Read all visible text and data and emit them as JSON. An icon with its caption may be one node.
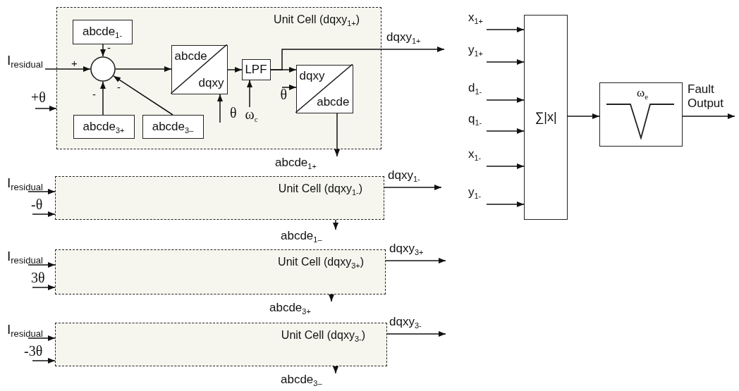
{
  "diagram": {
    "nodes": [
      {
        "text": [
          "Unit Cell (dqxy$_{1+}$)"
        ]
      },
      {
        "text": [
          "abcde$_{1-}$"
        ],
        "in": 0
      },
      {
        "text": [],
        "shape": "circle",
        "in": 0
      },
      {
        "text": [
          "abcde$_{3+}$"
        ],
        "in": 0
      },
      {
        "text": [
          "abcde$_{3–}$"
        ],
        "in": 0
      },
      {
        "text": [
          "abcde",
          "dqxy"
        ],
        "in": 0
      },
      {
        "text": [
          "LPF"
        ],
        "in": 0
      },
      {
        "text": [
          "dqxy",
          "abcde"
        ],
        "in": 0
      },
      {
        "text": [
          "I$_{residual}$"
        ]
      },
      {
        "text": [
          "+θ"
        ]
      },
      {
        "text": [
          "θ"
        ],
        "in": 0
      },
      {
        "text": [
          "ω$_{c}$"
        ],
        "in": 0
      },
      {
        "text": [
          "θ"
        ],
        "in": 0
      },
      {
        "text": [
          "dqxy$_{1+}$"
        ]
      },
      {
        "text": [
          "abcde$_{1+}$"
        ]
      },
      {
        "text": [
          "Unit Cell (dqxy$_{1-}$)"
        ]
      },
      {
        "text": [
          "I$_{residual}$"
        ]
      },
      {
        "text": [
          "-θ"
        ]
      },
      {
        "text": [
          "dqxy$_{1-}$"
        ]
      },
      {
        "text": [
          "abcde$_{1–}$"
        ]
      },
      {
        "text": [
          "Unit Cell (dqxy$_{3+}$)"
        ]
      },
      {
        "text": [
          "I$_{residual}$"
        ]
      },
      {
        "text": [
          "3θ"
        ]
      },
      {
        "text": [
          "dqxy$_{3+}$"
        ]
      },
      {
        "text": [
          "abcde$_{3+}$"
        ]
      },
      {
        "text": [
          "Unit Cell (dqxy$_{3-}$)"
        ]
      },
      {
        "text": [
          "I$_{residual}$"
        ]
      },
      {
        "text": [
          "-3θ"
        ]
      },
      {
        "text": [
          "dqxy$_{3-}$"
        ]
      },
      {
        "text": [
          "abcde$_{3–}$"
        ]
      },
      {
        "text": [
          "x$_{1+}$"
        ]
      },
      {
        "text": [
          "y$_{1+}$"
        ]
      },
      {
        "text": [
          "d$_{1-}$"
        ]
      },
      {
        "text": [
          "q$_{1-}$"
        ]
      },
      {
        "text": [
          "x$_{1-}$"
        ]
      },
      {
        "text": [
          "y$_{1-}$"
        ]
      },
      {
        "text": [
          "∑|x|"
        ]
      },
      {
        "text": [
          "ω$_{e}$"
        ]
      },
      {
        "text": [
          "Fault Output"
        ]
      }
    ],
    "edges": [
      {
        "from": 8,
        "to": 2,
        "arrow": "to",
        "label": "+"
      },
      {
        "from": 9,
        "to": 0,
        "arrow": "to"
      },
      {
        "from": 1,
        "to": 2,
        "arrow": "to",
        "label": "-"
      },
      {
        "from": 3,
        "to": 2,
        "arrow": "to",
        "label": "-"
      },
      {
        "from": 4,
        "to": 2,
        "arrow": "to",
        "label": "-"
      },
      {
        "from": 2,
        "to": 5,
        "arrow": "to"
      },
      {
        "from": 10,
        "to": 5,
        "arrow": "to"
      },
      {
        "from": 5,
        "to": 6,
        "arrow": "to"
      },
      {
        "from": 11,
        "to": 6,
        "arrow": "to"
      },
      {
        "from": 6,
        "to": 7,
        "arrow": "to"
      },
      {
        "from": 12,
        "to": 7,
        "arrow": "to"
      },
      {
        "from": 6,
        "to": 13,
        "arrow": "to"
      },
      {
        "from": 7,
        "to": 14,
        "arrow": "to"
      },
      {
        "from": 16,
        "to": 15,
        "arrow": "to"
      },
      {
        "from": 17,
        "to": 15,
        "arrow": "to"
      },
      {
        "from": 15,
        "to": 18,
        "arrow": "to"
      },
      {
        "from": 15,
        "to": 19,
        "arrow": "to"
      },
      {
        "from": 21,
        "to": 20,
        "arrow": "to"
      },
      {
        "from": 22,
        "to": 20,
        "arrow": "to"
      },
      {
        "from": 20,
        "to": 23,
        "arrow": "to"
      },
      {
        "from": 20,
        "to": 24,
        "arrow": "to"
      },
      {
        "from": 26,
        "to": 25,
        "arrow": "to"
      },
      {
        "from": 27,
        "to": 25,
        "arrow": "to"
      },
      {
        "from": 25,
        "to": 28,
        "arrow": "to"
      },
      {
        "from": 25,
        "to": 29,
        "arrow": "to"
      },
      {
        "from": 30,
        "to": 36,
        "arrow": "to"
      },
      {
        "from": 31,
        "to": 36,
        "arrow": "to"
      },
      {
        "from": 32,
        "to": 36,
        "arrow": "to"
      },
      {
        "from": 33,
        "to": 36,
        "arrow": "to"
      },
      {
        "from": 34,
        "to": 36,
        "arrow": "to"
      },
      {
        "from": 35,
        "to": 36,
        "arrow": "to"
      },
      {
        "from": 36,
        "to": 37,
        "arrow": "to"
      },
      {
        "from": 37,
        "to": 38,
        "arrow": "to"
      }
    ]
  }
}
